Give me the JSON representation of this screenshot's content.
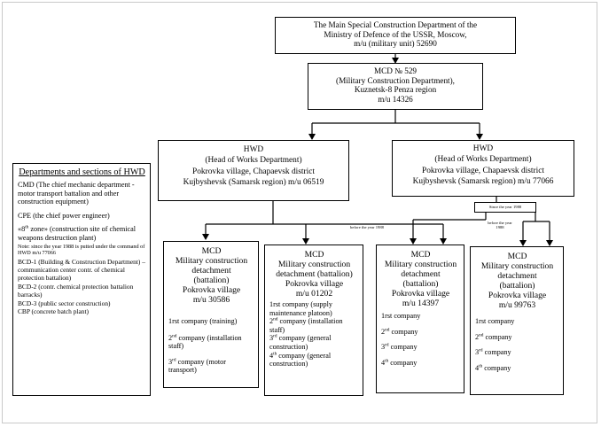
{
  "top": {
    "lines": [
      "The Main Special Construction Department of the",
      "Ministry of Defence of the USSR, Moscow,",
      "m/u (military unit) 52690"
    ]
  },
  "mcd529": {
    "lines": [
      "MCD № 529",
      "(Military Construction Department),",
      "Kuznetsk-8 Penza region",
      "m/u 14326"
    ]
  },
  "hwd_left": {
    "lines": [
      "HWD",
      "(Head of Works Department)",
      "Pokrovka village, Chapaevsk district",
      "Kujbyshevsk (Samarsk region) m/u 06519"
    ]
  },
  "hwd_right": {
    "lines": [
      "HWD",
      "(Head of Works Department)",
      "Pokrovka village, Chapaevsk district",
      "Kujbyshevsk (Samarsk region) m/u 77066"
    ]
  },
  "departments": {
    "title": "Departments and sections of HWD",
    "cmd": "CMD (The chief mechanic department - motor transport battalion and other construction equipment)",
    "cpe": "CPE (the chief power engineer)",
    "zone_prefix": "«8",
    "zone_sup": "th",
    "zone_rest": " zone» (construction site of chemical weapons destruction plant)",
    "note": "Note: since the year 1988 is putted under the command of HWD m/u 77066",
    "bcd1": "BCD-1 (Building & Construction Department) – communication center contr. of chemical protection battalion)",
    "bcd2": "BCD-2 (contr. chemical protection battalion barracks)",
    "bcd3": "BCD-3 (public sector construction)",
    "cbp": "CBP (concrete batch plant)"
  },
  "labels": {
    "before_1988_left": "before the year 1988",
    "since_1988": "Since the year 1988",
    "before_1988_right": "before the year 1988"
  },
  "mcd1": {
    "title": "MCD",
    "lines": [
      "Military construction",
      "detachment",
      "(battalion)",
      "Pokrovka village",
      "m/u 30586"
    ],
    "companies": [
      {
        "pre": "1rst company (training)",
        "sup": "",
        "post": ""
      },
      {
        "pre": "2",
        "sup": "nd",
        "post": " company (installation staff)"
      },
      {
        "pre": "3",
        "sup": "rd",
        "post": " company (motor transport)"
      }
    ]
  },
  "mcd2": {
    "title": "MCD",
    "lines": [
      "Military construction",
      "detachment (battalion)",
      "Pokrovka village",
      "m/u 01202"
    ],
    "companies": [
      {
        "pre": "1rst company (supply maintenance platoon)",
        "sup": "",
        "post": ""
      },
      {
        "pre": "2",
        "sup": "nd",
        "post": " company (installation staff)"
      },
      {
        "pre": "3",
        "sup": "rd",
        "post": " company (general construction)"
      },
      {
        "pre": "4",
        "sup": "th",
        "post": " company (general construction)"
      }
    ]
  },
  "mcd3": {
    "title": "MCD",
    "lines": [
      "Military construction",
      "detachment",
      "(battalion)",
      "Pokrovka village",
      "m/u 14397"
    ],
    "companies": [
      {
        "pre": "1rst company",
        "sup": "",
        "post": ""
      },
      {
        "pre": "2",
        "sup": "nd",
        "post": " company"
      },
      {
        "pre": "3",
        "sup": "rd",
        "post": " company"
      },
      {
        "pre": "4",
        "sup": "th",
        "post": " company"
      }
    ]
  },
  "mcd4": {
    "title": "MCD",
    "lines": [
      "Military construction",
      "detachment",
      "(battalion)",
      "Pokrovka village",
      "m/u 99763"
    ],
    "companies": [
      {
        "pre": "1rst company",
        "sup": "",
        "post": ""
      },
      {
        "pre": "2",
        "sup": "nd",
        "post": " company"
      },
      {
        "pre": "3",
        "sup": "rd",
        "post": " company"
      },
      {
        "pre": "4",
        "sup": "th",
        "post": " company"
      }
    ]
  }
}
